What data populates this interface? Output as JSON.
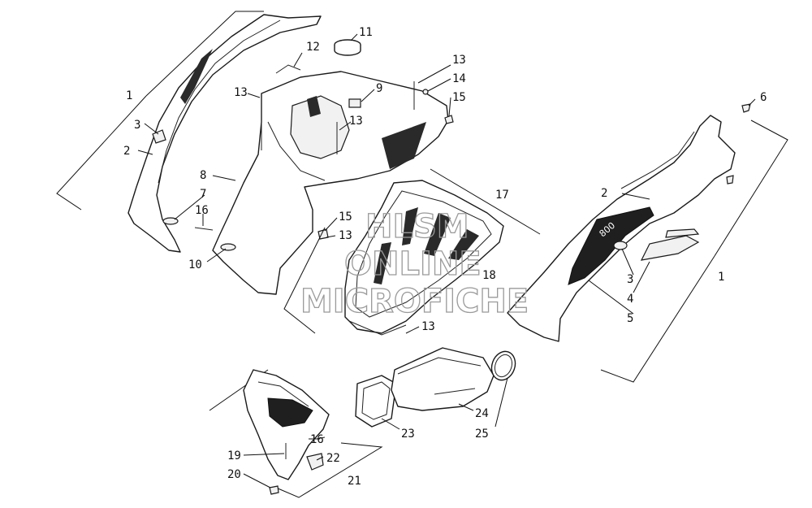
{
  "callouts": {
    "c1_left": "1",
    "c2_left": "2",
    "c3_left": "3",
    "c7": "7",
    "c16_left": "16",
    "c8": "8",
    "c10": "10",
    "c12": "12",
    "c11": "11",
    "c13_a": "13",
    "c13_b": "13",
    "c13_c": "13",
    "c13_d": "13",
    "c13_e": "13",
    "c9": "9",
    "c14": "14",
    "c15_a": "15",
    "c15_b": "15",
    "c17": "17",
    "c18": "18",
    "c6": "6",
    "c2_right": "2",
    "c1_right": "1",
    "c3_right": "3",
    "c4": "4",
    "c5": "5",
    "c23": "23",
    "c24": "24",
    "c25": "25",
    "c16_bottom": "16",
    "c19": "19",
    "c22": "22",
    "c20": "20",
    "c21": "21"
  },
  "watermark": {
    "line1": "HLSM",
    "line2": "ONLINE",
    "line3": "MICROFICHE"
  },
  "side_panel_logo": "800",
  "colors": {
    "line": "#1a1a1a",
    "watermark": "#9a9a9a",
    "background": "#ffffff"
  }
}
